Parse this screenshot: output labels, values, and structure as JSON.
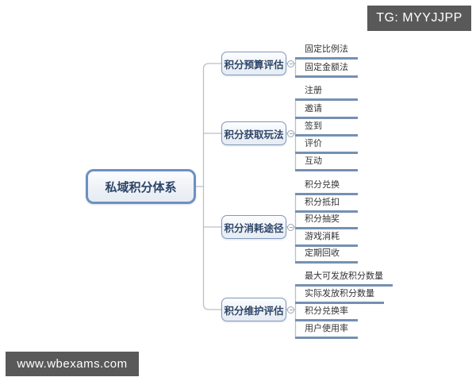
{
  "badges": {
    "top_right": "TG: MYYJJPP",
    "bottom_left": "www.wbexams.com"
  },
  "mindmap": {
    "root": "私域积分体系",
    "branches": [
      {
        "label": "积分预算评估",
        "children": [
          "固定比例法",
          "固定金额法"
        ]
      },
      {
        "label": "积分获取玩法",
        "children": [
          "注册",
          "邀请",
          "签到",
          "评价",
          "互动"
        ]
      },
      {
        "label": "积分消耗途径",
        "children": [
          "积分兑换",
          "积分抵扣",
          "积分抽奖",
          "游戏消耗",
          "定期回收"
        ]
      },
      {
        "label": "积分维护评估",
        "children": [
          "最大可发放积分数量",
          "实际发放积分数量",
          "积分兑换率",
          "用户使用率"
        ]
      }
    ]
  },
  "colors": {
    "badge_background": "#595959",
    "badge_text": "#ffffff",
    "root_border": "#6d90c2",
    "branch_border": "#8099ba",
    "node_text": "#2e4568",
    "child_underline": "#7590b3",
    "connector": "#b9c0c9",
    "background": "#ffffff"
  }
}
